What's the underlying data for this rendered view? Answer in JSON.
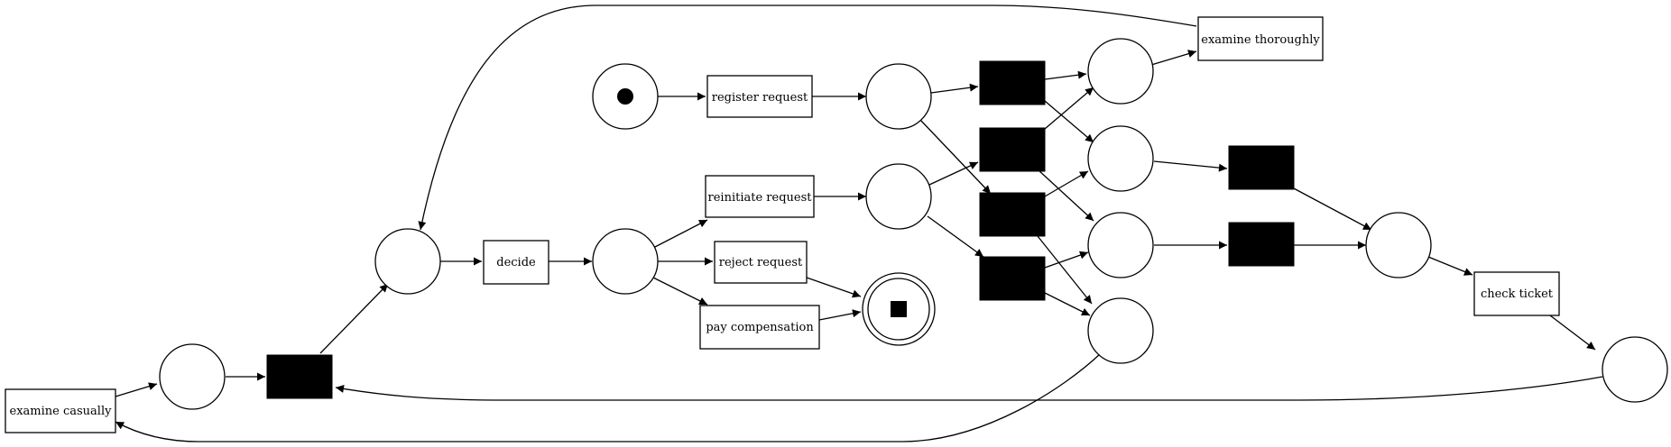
{
  "diagram": {
    "type": "petri-net",
    "colors": {
      "stroke": "#000000",
      "fill": "#ffffff",
      "silent": "#000000"
    }
  },
  "transitions": {
    "register_request": "register request",
    "examine_thoroughly": "examine thoroughly",
    "examine_casually": "examine casually",
    "decide": "decide",
    "reinitiate_request": "reinitiate request",
    "reject_request": "reject request",
    "pay_compensation": "pay compensation",
    "check_ticket": "check ticket"
  },
  "places": {
    "source": {
      "marking": "initial-token"
    },
    "sink": {
      "marking": "final"
    }
  }
}
